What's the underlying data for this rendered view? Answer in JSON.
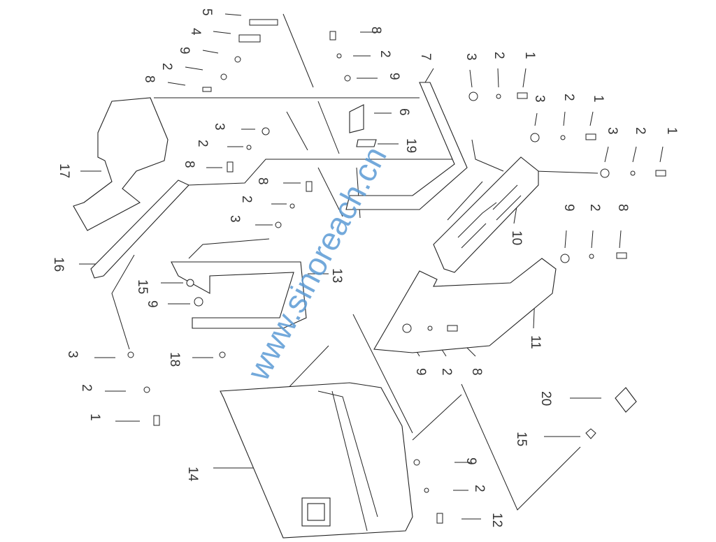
{
  "watermark": "www.sinoreach.cn",
  "labels": [
    "5",
    "4",
    "9",
    "2",
    "8",
    "8",
    "2",
    "9",
    "7",
    "6",
    "19",
    "3",
    "2",
    "1",
    "3",
    "2",
    "1",
    "3",
    "2",
    "1",
    "3",
    "2",
    "8",
    "8",
    "2",
    "3",
    "17",
    "16",
    "15",
    "9",
    "13",
    "10",
    "9",
    "2",
    "8",
    "11",
    "9",
    "2",
    "8",
    "3",
    "18",
    "2",
    "1",
    "20",
    "15",
    "14",
    "9",
    "2",
    "12"
  ],
  "colors": {
    "line": "#222222",
    "watermark": "#5b9bd5"
  }
}
